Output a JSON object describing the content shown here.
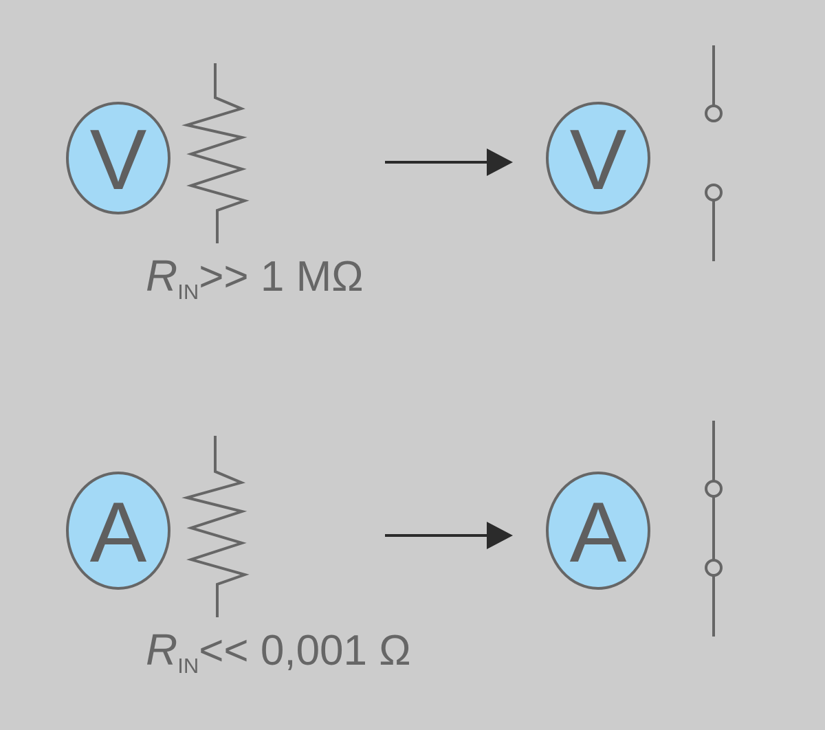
{
  "colors": {
    "background": "#cccccc",
    "meter_fill": "#a3d9f6",
    "line": "#666666",
    "arrow": "#2b2b2b"
  },
  "voltmeter": {
    "letter": "V",
    "r_symbol": "R",
    "r_subscript": "IN",
    "r_value": ">> 1 MΩ",
    "equivalent": "open-switch-icon"
  },
  "ammeter": {
    "letter": "A",
    "r_symbol": "R",
    "r_subscript": "IN",
    "r_value": "<< 0,001 Ω",
    "equivalent": "closed-switch-icon"
  }
}
